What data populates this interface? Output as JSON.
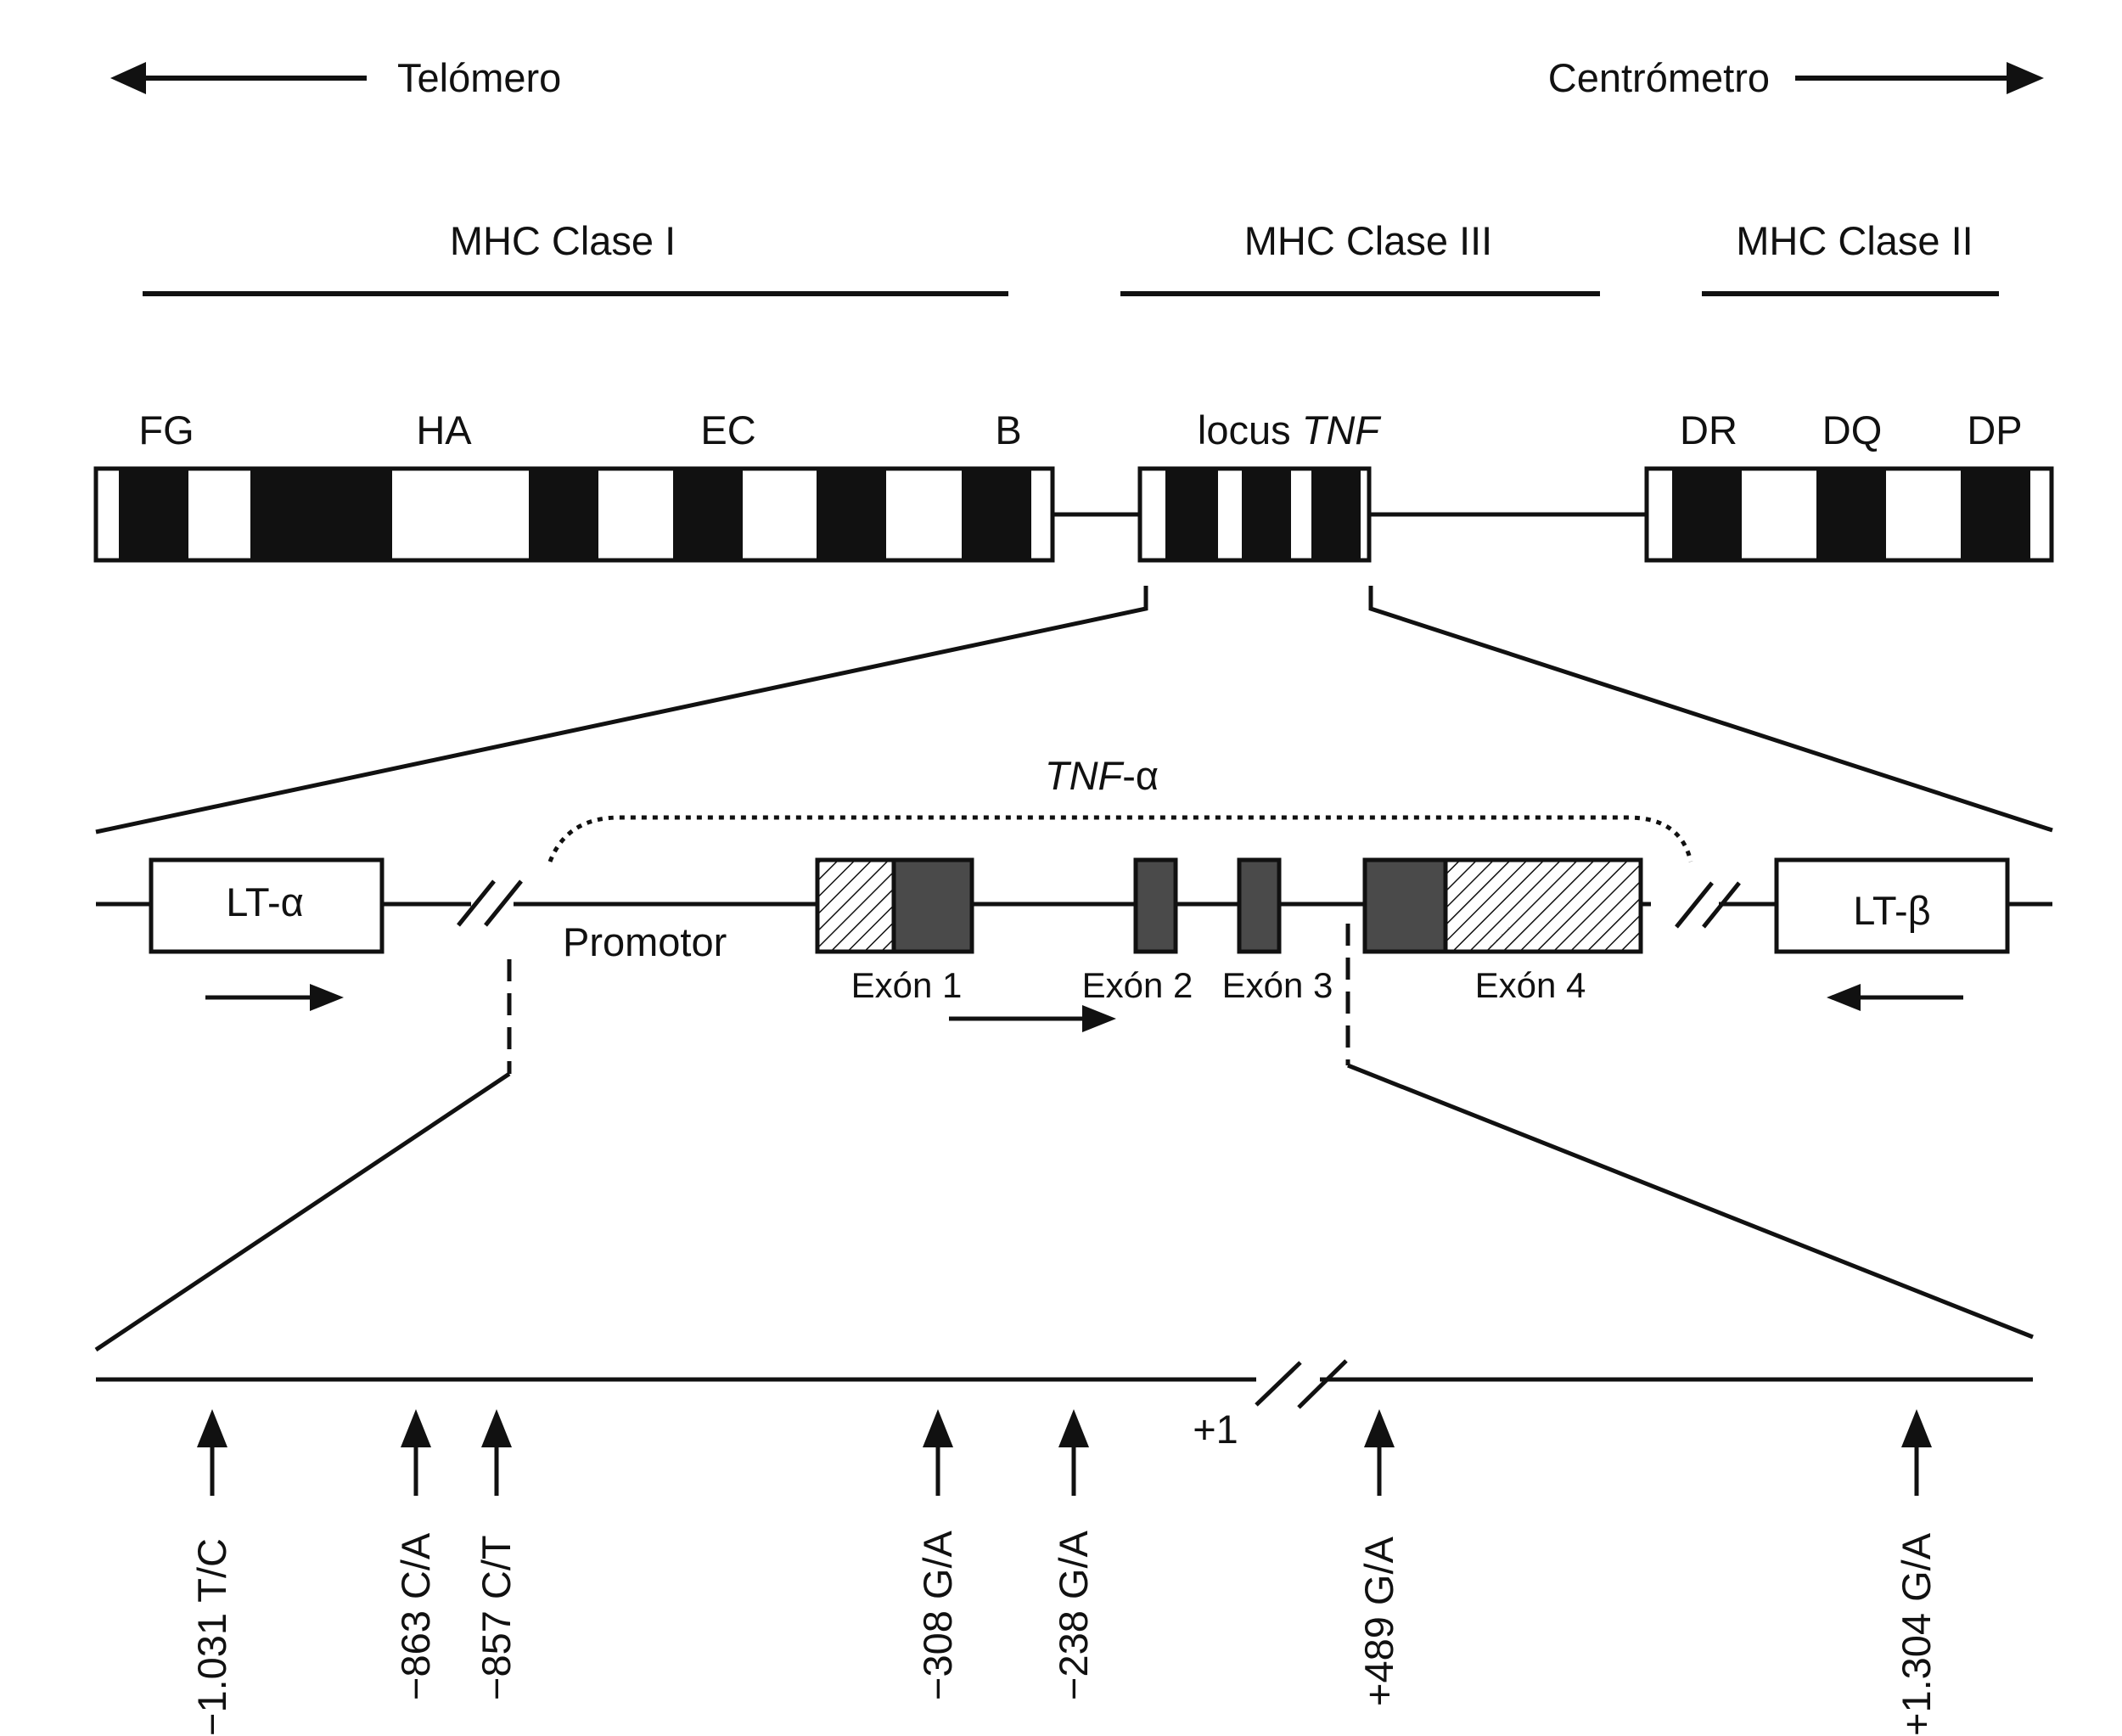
{
  "orientation": {
    "left_label": "Telómero",
    "right_label": "Centrómetro"
  },
  "mhc_regions": {
    "class_one": "MHC Clase I",
    "class_three": "MHC Clase III",
    "class_two": "MHC Clase II"
  },
  "loci": {
    "fg": "FG",
    "ha": "HA",
    "ec": "EC",
    "b": "B",
    "locus_prefix": "locus",
    "locus_gene": "TNF",
    "dr": "DR",
    "dq": "DQ",
    "dp": "DP"
  },
  "gene_region": {
    "tnf_gene": "TNF",
    "tnf_suffix": "-α",
    "lt_alpha": "LT-α",
    "lt_beta": "LT-β",
    "promotor": "Promotor",
    "exon1": "Exón 1",
    "exon2": "Exón 2",
    "exon3": "Exón 3",
    "exon4": "Exón 4"
  },
  "polymorphisms": {
    "plus_one": "+1",
    "snps": [
      "−1.031 T/C",
      "−863 C/A",
      "−857 C/T",
      "−308 G/A",
      "−238 G/A",
      "+489 G/A",
      "+1.304 G/A"
    ]
  },
  "colors": {
    "ink": "#111111",
    "exon_fill": "#4a4a4a"
  }
}
